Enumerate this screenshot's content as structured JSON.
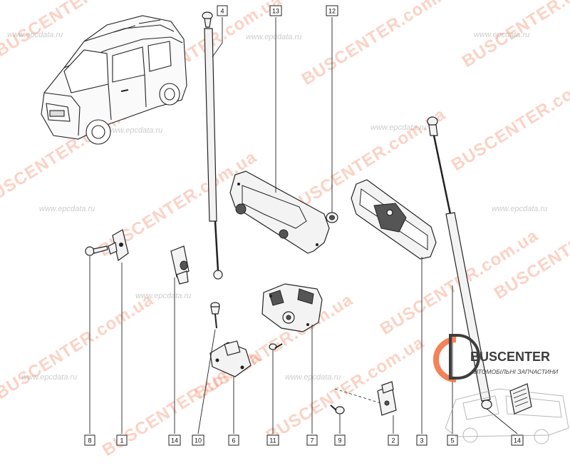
{
  "diagram": {
    "callouts": [
      "1",
      "2",
      "3",
      "4",
      "5",
      "6",
      "7",
      "8",
      "9",
      "10",
      "11",
      "12",
      "13",
      "14"
    ],
    "watermarks": {
      "brand": "BUSCENTER.com.ua",
      "site": "www.epcdata.ru"
    },
    "logo": {
      "name": "BUSCENTER",
      "tagline": "АВТОМОБІЛЬНІ ЗАПЧАСТИНИ"
    },
    "colors": {
      "accent": "#f26b3a",
      "line": "#222222",
      "logo_text": "#3d3d3d"
    }
  }
}
